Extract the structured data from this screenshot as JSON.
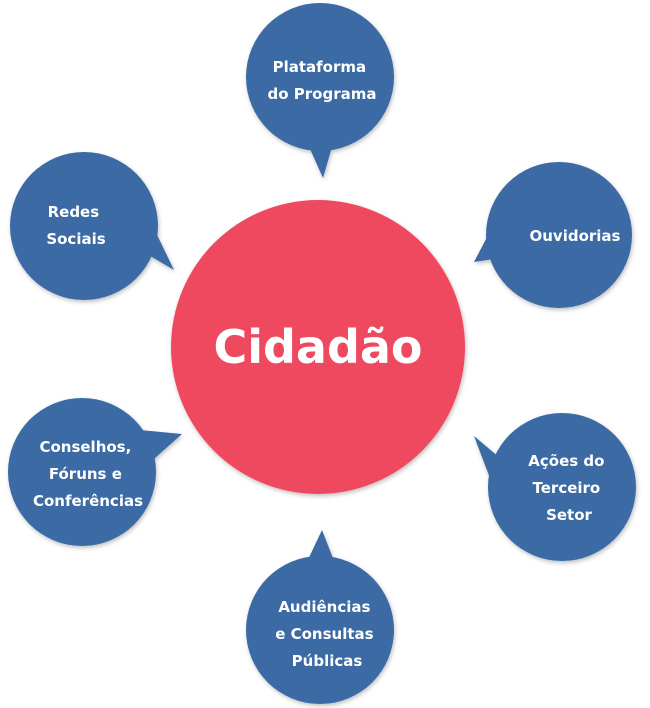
{
  "center": {
    "label": "Cidadão",
    "color": "#ef4a5f"
  },
  "bubble_color": "#3a6aa4",
  "text_color": "#ffffff",
  "nodes": [
    {
      "id": "plataforma",
      "lines": [
        "Plataforma",
        "do Programa"
      ]
    },
    {
      "id": "ouvidorias",
      "lines": [
        "Ouvidorias"
      ]
    },
    {
      "id": "terceiro-setor",
      "lines": [
        "Ações do",
        "Terceiro",
        "Setor"
      ]
    },
    {
      "id": "audiencias",
      "lines": [
        "Audiências",
        "e Consultas",
        "Públicas"
      ]
    },
    {
      "id": "conselhos",
      "lines": [
        "Conselhos,",
        "Fóruns e",
        "Conferências"
      ]
    },
    {
      "id": "redes-sociais",
      "lines": [
        "Redes",
        "Sociais"
      ]
    }
  ]
}
